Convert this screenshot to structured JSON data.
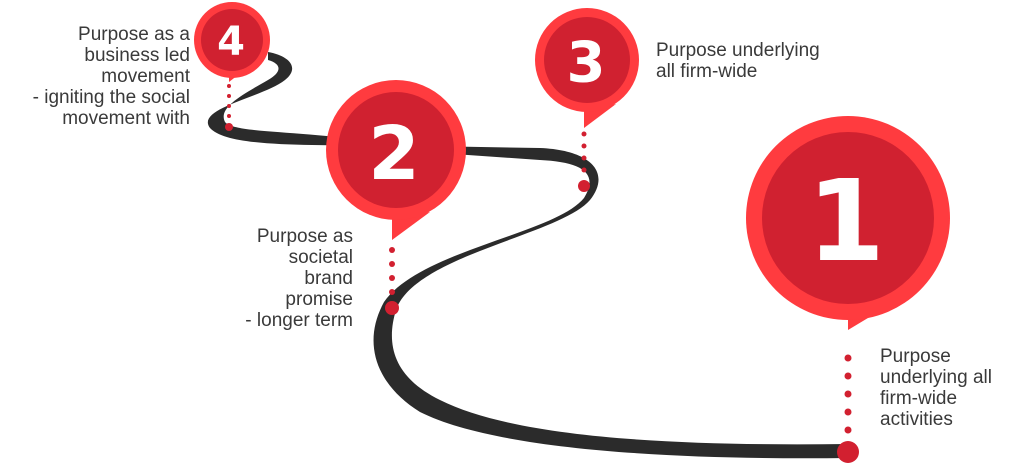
{
  "colors": {
    "road": "#2b2b2b",
    "pin_outer": "#ff3b3f",
    "pin_inner": "#d02130",
    "dot": "#d22030",
    "text": "#3a3a3a"
  },
  "milestones": [
    {
      "number": "1",
      "caption": "Purpose\nunderlying all\nfirm-wide\nactivities"
    },
    {
      "number": "2",
      "caption": "Purpose as\nsocietal\nbrand\npromise\n- longer term"
    },
    {
      "number": "3",
      "caption": "Purpose underlying\nall firm-wide"
    },
    {
      "number": "4",
      "caption": "Purpose as a\nbusiness led\nmovement\n- igniting the social\nmovement with"
    }
  ]
}
